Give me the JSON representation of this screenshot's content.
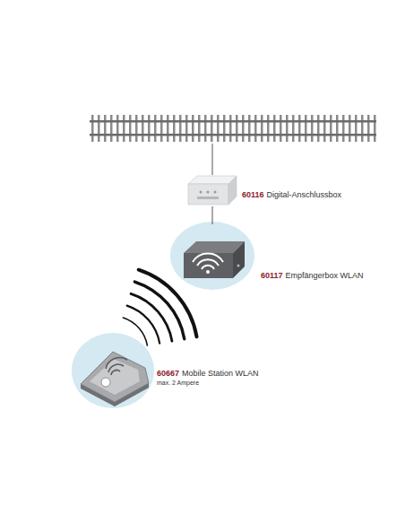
{
  "diagram": {
    "nodes": [
      {
        "text": [
          "60116",
          "Digital-Anschlussbox"
        ]
      },
      {
        "text": [
          "60117",
          "Empfängerbox WLAN"
        ]
      },
      {
        "text": [
          "60667",
          "Mobile Station WLAN",
          "max. 2 Ampere"
        ]
      }
    ],
    "edges": [
      {
        "from": 0,
        "to": 1,
        "arrow": "none"
      }
    ]
  }
}
